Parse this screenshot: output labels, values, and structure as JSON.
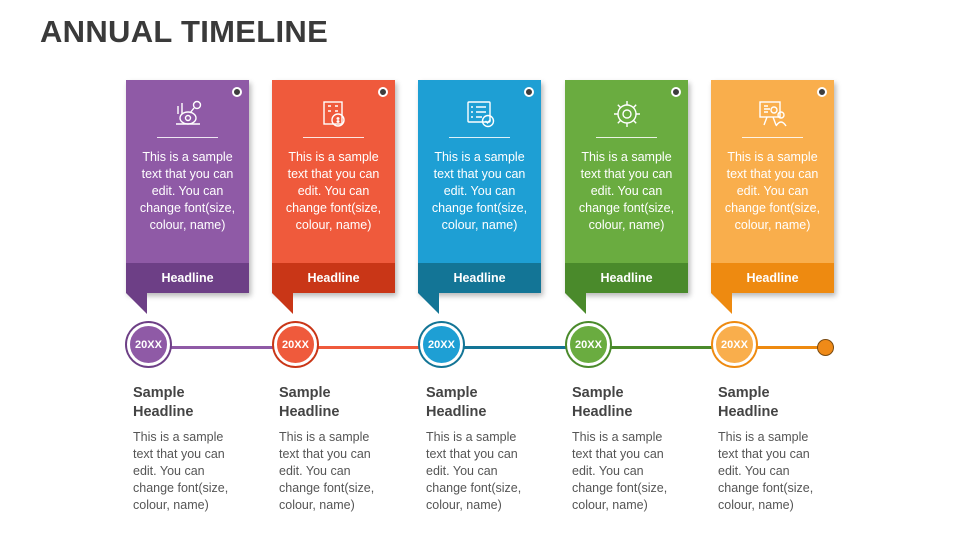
{
  "title": "ANNUAL TIMELINE",
  "colors": {
    "purple": "#8f5aa6",
    "purple_dark": "#6d3f86",
    "red": "#ef5a3c",
    "red_dark": "#c93617",
    "blue": "#1e9fd4",
    "blue_dark": "#137596",
    "green": "#6aac40",
    "green_dark": "#4a8a2b",
    "orange": "#f9ae4c",
    "orange_dark": "#ee8a10"
  },
  "steps": [
    {
      "icon": "piggy-bank-icon",
      "card_text": "This is a sample text that you can edit. You can change font(size, colour, name)",
      "card_headline": "Headline",
      "year": "20XX",
      "headline": "Sample Headline",
      "text": "This is a sample text that you can edit. You can change font(size, colour, name)"
    },
    {
      "icon": "money-building-icon",
      "card_text": "This is a sample text that you can edit. You can change font(size, colour, name)",
      "card_headline": "Headline",
      "year": "20XX",
      "headline": "Sample Headline",
      "text": "This is a sample text that you can edit. You can change font(size, colour, name)"
    },
    {
      "icon": "checklist-icon",
      "card_text": "This is a sample text that you can edit. You can change font(size, colour, name)",
      "card_headline": "Headline",
      "year": "20XX",
      "headline": "Sample Headline",
      "text": "This is a sample text that you can edit. You can change font(size, colour, name)"
    },
    {
      "icon": "gear-icon",
      "card_text": "This is a sample text that you can edit. You can change font(size, colour, name)",
      "card_headline": "Headline",
      "year": "20XX",
      "headline": "Sample Headline",
      "text": "This is a sample text that you can edit. You can change font(size, colour, name)"
    },
    {
      "icon": "presentation-icon",
      "card_text": "This is a sample text that you can edit. You can change font(size, colour, name)",
      "card_headline": "Headline",
      "year": "20XX",
      "headline": "Sample Headline",
      "text": "This is a sample text that you can edit. You can change font(size, colour, name)"
    }
  ]
}
